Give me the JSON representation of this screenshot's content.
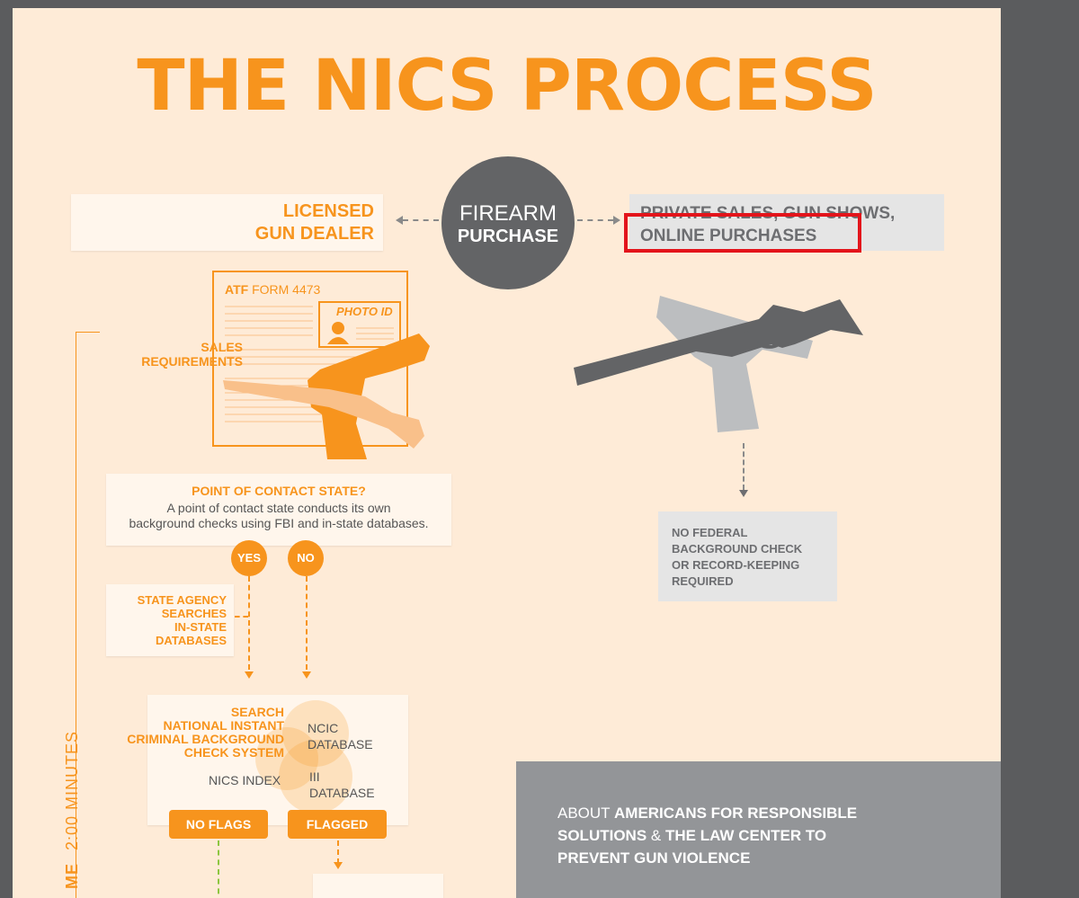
{
  "title": "THE NICS PROCESS",
  "center": {
    "line1": "FIREARM",
    "line2": "PURCHASE"
  },
  "dealer": {
    "line1": "LICENSED",
    "line2": "GUN DEALER"
  },
  "private": {
    "line1": "PRIVATE SALES, GUN SHOWS,",
    "line2": "ONLINE PURCHASES"
  },
  "form": {
    "prefix": "ATF",
    "name": "FORM 4473"
  },
  "photo_id": "PHOTO ID",
  "sales_requirements": {
    "line1": "SALES",
    "line2": "REQUIREMENTS"
  },
  "contact": {
    "question": "POINT OF CONTACT STATE?",
    "desc1": "A point of contact state conducts its own",
    "desc2": "background checks using FBI and in-state databases."
  },
  "yes": "YES",
  "no": "NO",
  "state_agency": {
    "line1": "STATE AGENCY",
    "line2": "SEARCHES",
    "line3": "IN-STATE",
    "line4": "DATABASES"
  },
  "search": {
    "line1": "SEARCH",
    "line2": "NATIONAL INSTANT",
    "line3": "CRIMINAL BACKGROUND",
    "line4": "CHECK SYSTEM"
  },
  "ncic": {
    "line1": "NCIC",
    "line2": "DATABASE"
  },
  "iii": {
    "line1": "III",
    "line2": "DATABASE"
  },
  "nics_index": "NICS INDEX",
  "no_flags": "NO FLAGS",
  "flagged": "FLAGGED",
  "no_federal": {
    "line1": "NO FEDERAL",
    "line2": "BACKGROUND CHECK",
    "line3": "OR RECORD-KEEPING",
    "line4": "REQUIRED"
  },
  "about": {
    "prefix": "ABOUT",
    "org1": "AMERICANS FOR RESPONSIBLE",
    "org2a": "SOLUTIONS",
    "amp": "&",
    "org2b": "THE LAW CENTER TO",
    "org3": "PREVENT GUN VIOLENCE"
  },
  "timeline": {
    "bold": "ME",
    "rest": "2:00 MINUTES"
  },
  "colors": {
    "orange": "#f7941d",
    "grey": "#636466",
    "page": "#feebd7",
    "highlight": "#e3141b",
    "viewer_bg": "#5b5c5e"
  }
}
